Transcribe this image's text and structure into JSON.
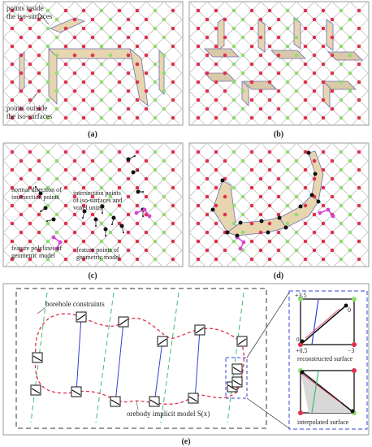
{
  "panels": {
    "a": {
      "tag": "(a)",
      "label_inside": [
        "points inside",
        "the iso-surfaces"
      ],
      "label_outside": [
        "points outside",
        "the iso-surfaces"
      ]
    },
    "b": {
      "tag": "(b)"
    },
    "c": {
      "tag": "(c)",
      "label_normal": [
        "normal direction of",
        "intersection points"
      ],
      "label_intersection": [
        "intersection points",
        "of iso-surfaces and",
        "voxel units"
      ],
      "label_polylines": [
        "feature polylines of",
        "geometric model"
      ],
      "label_featpts": [
        "feature points of",
        "geometric model"
      ]
    },
    "d": {
      "tag": "(d)"
    },
    "e": {
      "tag": "(e)",
      "label_borehole": "borehole constraints",
      "label_orebody": "orebody implicit model S(x)",
      "label_reconstructed": "reconstructed surface",
      "label_interpolated": "interpolated surface",
      "val_top_left": "+3.5",
      "val_mid_right": "0",
      "val_bottom_left": "+0.5",
      "val_bottom_right": "−3",
      "val_corner_zero": "0"
    }
  },
  "colors": {
    "inside_point": "#8fdc6f",
    "outside_point": "#e0304d",
    "feature": "#d545d5",
    "borehole_green": "#3bbf6b",
    "borehole_blue": "#3340d6",
    "orebody": "#e0304d"
  }
}
